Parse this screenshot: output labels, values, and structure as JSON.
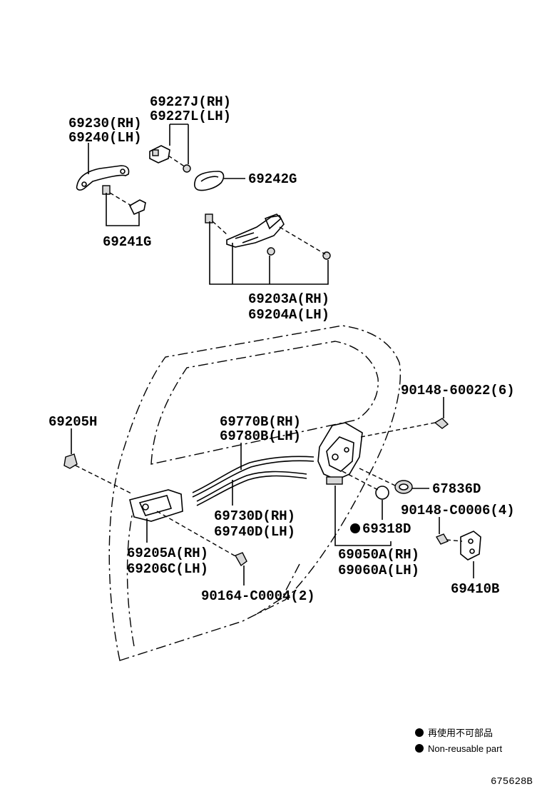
{
  "labels": {
    "p69227J": "69227J(RH)",
    "p69227L": "69227L(LH)",
    "p69230": "69230(RH)",
    "p69240": "69240(LH)",
    "p69242G": "69242G",
    "p69241G": "69241G",
    "p69203A": "69203A(RH)",
    "p69204A": "69204A(LH)",
    "p9014860022": "90148-60022(6)",
    "p69205H": "69205H",
    "p69770B": "69770B(RH)",
    "p69780B": "69780B(LH)",
    "p67836D": "67836D",
    "p90148C0006": "90148-C0006(4)",
    "p69730D": "69730D(RH)",
    "p69740D": "69740D(LH)",
    "p69318D": "69318D",
    "p69205A": "69205A(RH)",
    "p69206C": "69206C(LH)",
    "p69050A": "69050A(RH)",
    "p69060A": "69060A(LH)",
    "p69410B": "69410B",
    "p90164C0004": "90164-C0004(2)"
  },
  "legend": {
    "jp": "再使用不可部品",
    "en": "Non-reusable part"
  },
  "figure_number": "675628B"
}
